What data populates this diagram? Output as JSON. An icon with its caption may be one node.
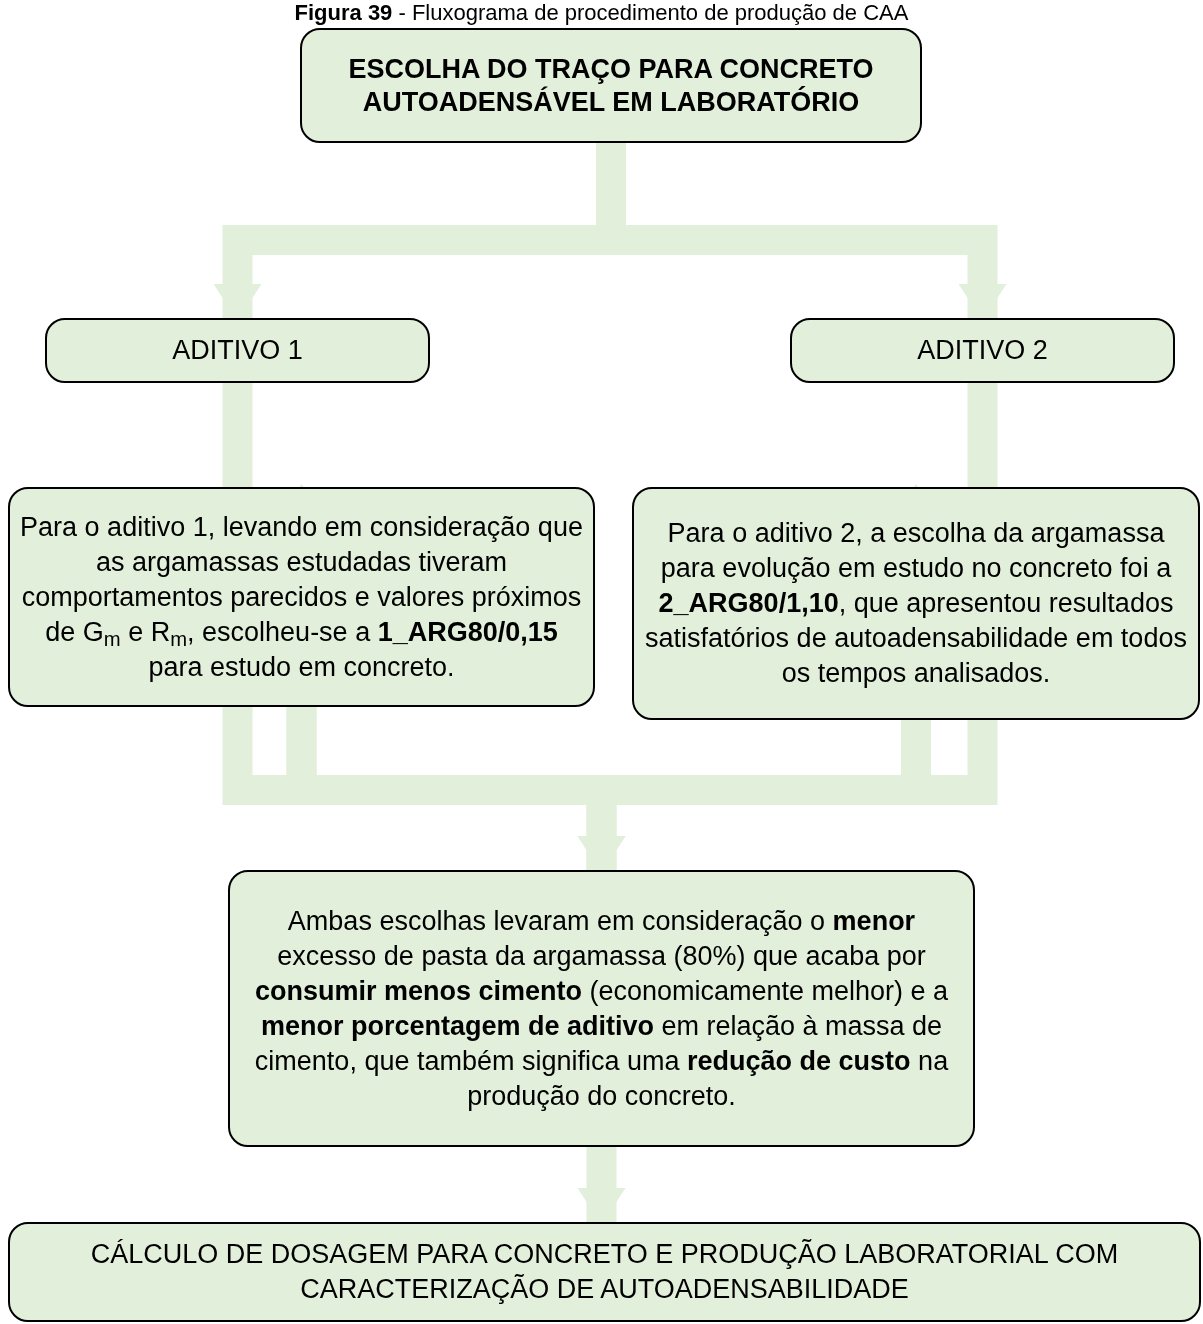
{
  "diagram": {
    "title": "**Figura 39** - Fluxograma de procedimento de produção de CAA",
    "nodes": [
      {
        "text": [
          "ESCOLHA DO TRAÇO PARA CONCRETO AUTOADENSÁVEL EM LABORATÓRIO"
        ]
      },
      {
        "text": [
          "ADITIVO 1"
        ]
      },
      {
        "text": [
          "ADITIVO 2"
        ]
      },
      {
        "text": [
          "Para o aditivo 1, levando em consideração que as argamassas estudadas tiveram comportamentos parecidos e valores próximos de G$_{m}$ e R$_{m}$, escolheu-se a **1_ARG80/0,15** para estudo em concreto."
        ]
      },
      {
        "text": [
          "Para o aditivo 2, a escolha da argamassa para evolução em estudo no concreto foi a **2_ARG80/1,10**, que apresentou resultados satisfatórios de autoadensabilidade em todos os tempos analisados."
        ]
      },
      {
        "text": [
          "Ambas escolhas levaram em consideração o **menor** excesso de pasta da argamassa (80%) que acaba por **consumir menos cimento** (economicamente melhor) e a **menor porcentagem de aditivo** em relação à massa de cimento, que também significa uma **redução de custo** na produção do concreto."
        ]
      },
      {
        "text": [
          "CÁLCULO DE DOSAGEM PARA CONCRETO E PRODUÇÃO LABORATORIAL COM CARACTERIZAÇÃO DE AUTOADENSABILIDADE"
        ]
      }
    ],
    "edges": [
      {
        "from": 0,
        "to": 1,
        "arrow": "to"
      },
      {
        "from": 0,
        "to": 2,
        "arrow": "to"
      },
      {
        "from": 1,
        "to": 3,
        "arrow": "to"
      },
      {
        "from": 2,
        "to": 4,
        "arrow": "to"
      },
      {
        "from": 3,
        "to": 5,
        "arrow": "to"
      },
      {
        "from": 4,
        "to": 5,
        "arrow": "to"
      },
      {
        "from": 5,
        "to": 6,
        "arrow": "to"
      }
    ]
  }
}
